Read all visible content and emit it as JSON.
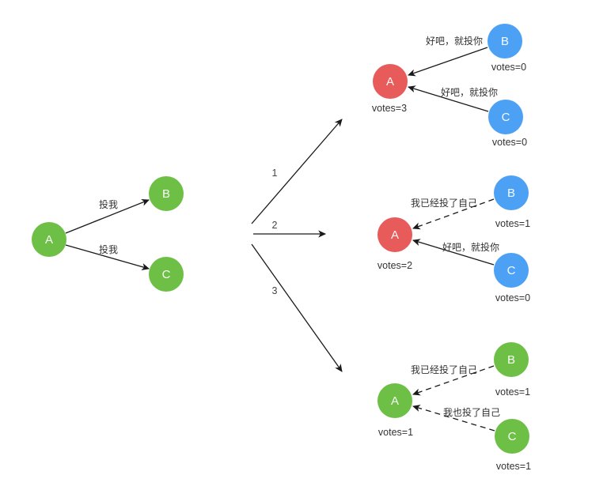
{
  "diagram_title": "voting-rounds-diagram",
  "colors": {
    "green": "#6DC045",
    "red": "#E85B5B",
    "blue": "#4DA1F5",
    "edge": "#1a1a1a",
    "label": "#333333",
    "node_text": "#ffffff",
    "background": "#ffffff"
  },
  "initial": {
    "node_a": "A",
    "node_b": "B",
    "node_c": "C",
    "edge_ab_label": "投我",
    "edge_ac_label": "投我"
  },
  "branches": {
    "b1": "1",
    "b2": "2",
    "b3": "3"
  },
  "scenarios": [
    {
      "a_label": "A",
      "a_votes": "votes=3",
      "b_label": "B",
      "b_votes": "votes=0",
      "c_label": "C",
      "c_votes": "votes=0",
      "edge_b_label": "好吧，就投你",
      "edge_c_label": "好吧，就投你"
    },
    {
      "a_label": "A",
      "a_votes": "votes=2",
      "b_label": "B",
      "b_votes": "votes=1",
      "c_label": "C",
      "c_votes": "votes=0",
      "edge_b_label": "我已经投了自己",
      "edge_c_label": "好吧，就投你"
    },
    {
      "a_label": "A",
      "a_votes": "votes=1",
      "b_label": "B",
      "b_votes": "votes=1",
      "c_label": "C",
      "c_votes": "votes=1",
      "edge_b_label": "我已经投了自己",
      "edge_c_label": "我也投了自己"
    }
  ]
}
